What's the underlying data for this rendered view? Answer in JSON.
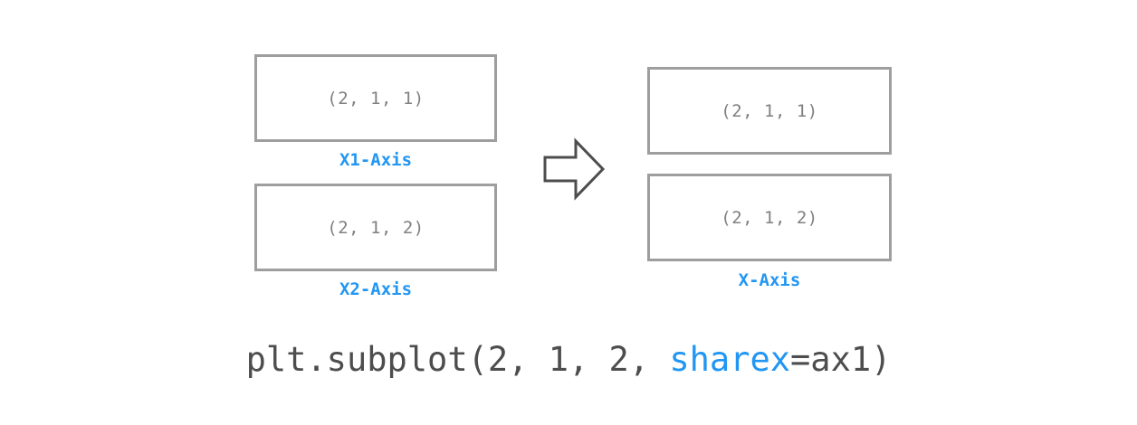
{
  "figure": {
    "background_color": "#ffffff",
    "box_border_color": "#9e9e9e",
    "box_text_color": "#808080",
    "accent_color": "#2196f3",
    "code_text_color": "#4d4d4d"
  },
  "before": {
    "boxes": [
      {
        "label": "(2, 1, 1)",
        "axis_caption": "X1-Axis"
      },
      {
        "label": "(2, 1, 2)",
        "axis_caption": "X2-Axis"
      }
    ]
  },
  "arrow": {
    "icon": "right-block-arrow-icon",
    "direction": "right"
  },
  "after": {
    "boxes": [
      {
        "label": "(2, 1, 1)"
      },
      {
        "label": "(2, 1, 2)"
      }
    ],
    "shared_axis_caption": "X-Axis"
  },
  "code": {
    "prefix": "plt.subplot(2, 1, 2, ",
    "keyword": "sharex",
    "suffix": "=ax1)"
  }
}
